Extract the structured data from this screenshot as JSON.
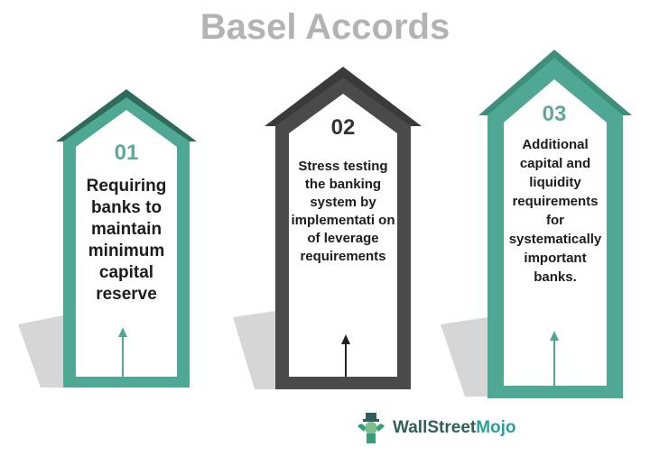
{
  "title": "Basel Accords",
  "colors": {
    "teal": "#4fa893",
    "teal_dark": "#2f6b5d",
    "gray_dark": "#4a4a4a",
    "shadow": "#d6d6d6",
    "title": "#b3b3b3"
  },
  "steps": [
    {
      "number": "01",
      "text": "Requiring banks to maintain minimum capital reserve"
    },
    {
      "number": "02",
      "text": "Stress testing the banking system by implementati on of leverage requirements"
    },
    {
      "number": "03",
      "text": "Additional capital and liquidity requirements for systematically important banks."
    }
  ],
  "logo": {
    "part1": "WallStreet",
    "part2": "Mojo"
  }
}
